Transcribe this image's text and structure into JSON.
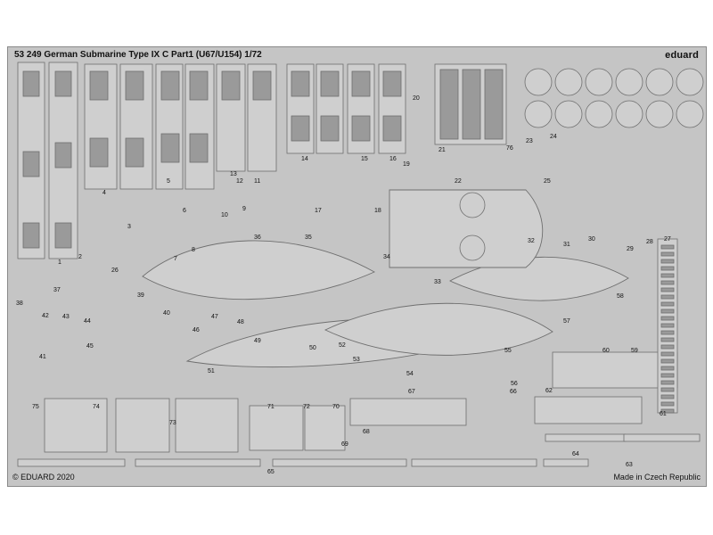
{
  "header": {
    "title": "53 249   German Submarine Type IX C   Part1   (U67/U154)     1/72",
    "brand": "eduard"
  },
  "footer": {
    "copyright": "© EDUARD 2020",
    "made_in": "Made in Czech Republic"
  },
  "part_numbers": [
    "1",
    "2",
    "3",
    "4",
    "5",
    "6",
    "7",
    "8",
    "9",
    "10",
    "11",
    "12",
    "13",
    "14",
    "15",
    "16",
    "17",
    "18",
    "19",
    "20",
    "21",
    "22",
    "23",
    "24",
    "25",
    "26",
    "27",
    "28",
    "29",
    "30",
    "31",
    "32",
    "33",
    "34",
    "35",
    "36",
    "37",
    "38",
    "39",
    "40",
    "41",
    "42",
    "43",
    "44",
    "45",
    "46",
    "47",
    "48",
    "49",
    "50",
    "51",
    "52",
    "53",
    "54",
    "55",
    "56",
    "57",
    "58",
    "59",
    "60",
    "61",
    "62",
    "63",
    "64",
    "65",
    "66",
    "67",
    "68",
    "69",
    "70",
    "71",
    "72",
    "73",
    "74",
    "75",
    "76"
  ],
  "colors": {
    "fret": "#c5c5c5",
    "part_fill": "#cfcfcf",
    "part_stroke": "#6f6f6f",
    "etch_dark": "#9a9a9a"
  }
}
